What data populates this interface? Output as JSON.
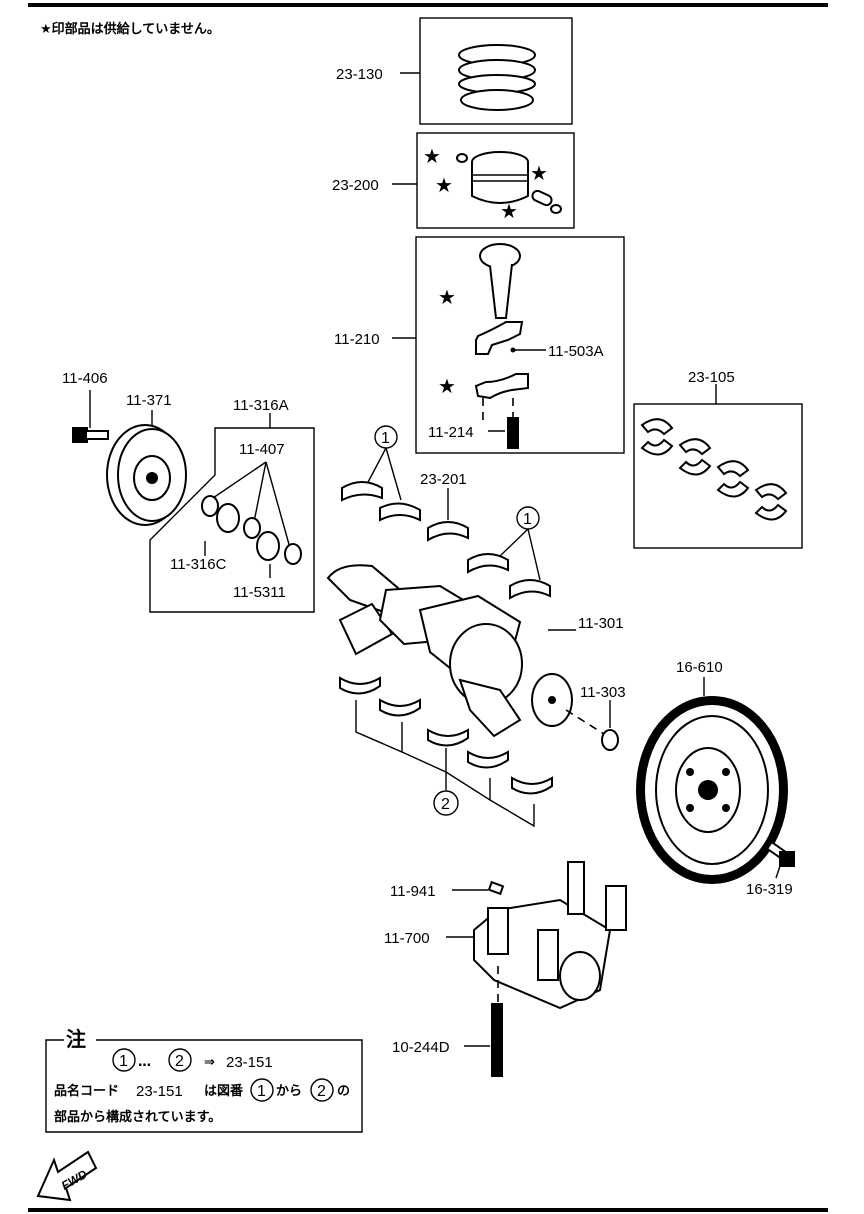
{
  "header_note": "★印部品は供給していません。",
  "parts": [
    {
      "id": "p23130",
      "label": "23-130"
    },
    {
      "id": "p23200",
      "label": "23-200"
    },
    {
      "id": "p11210",
      "label": "11-210"
    },
    {
      "id": "p11503A",
      "label": "11-503A"
    },
    {
      "id": "p11214",
      "label": "11-214"
    },
    {
      "id": "p23105",
      "label": "23-105"
    },
    {
      "id": "p11406",
      "label": "11-406"
    },
    {
      "id": "p11371",
      "label": "11-371"
    },
    {
      "id": "p11316A",
      "label": "11-316A"
    },
    {
      "id": "p11407",
      "label": "11-407"
    },
    {
      "id": "p11316C",
      "label": "11-316C"
    },
    {
      "id": "p115311",
      "label": "11-5311"
    },
    {
      "id": "p23201",
      "label": "23-201"
    },
    {
      "id": "p11301",
      "label": "11-301"
    },
    {
      "id": "p11303",
      "label": "11-303"
    },
    {
      "id": "p16610",
      "label": "16-610"
    },
    {
      "id": "p16319",
      "label": "16-319"
    },
    {
      "id": "p11941",
      "label": "11-941"
    },
    {
      "id": "p11700",
      "label": "11-700"
    },
    {
      "id": "p10244D",
      "label": "10-244D"
    }
  ],
  "circled": {
    "one": "1",
    "two": "2"
  },
  "note": {
    "title": "注",
    "line1_sep": "…",
    "line1_arrow": "⇒",
    "line1_code": "23-151",
    "line2_a": "品名コード",
    "line2_code": "23-151",
    "line2_b": "は図番",
    "line2_c": "から",
    "line2_d": "の",
    "line3": "部品から構成されています。"
  },
  "fwd": "FWD",
  "star_glyph": "★"
}
